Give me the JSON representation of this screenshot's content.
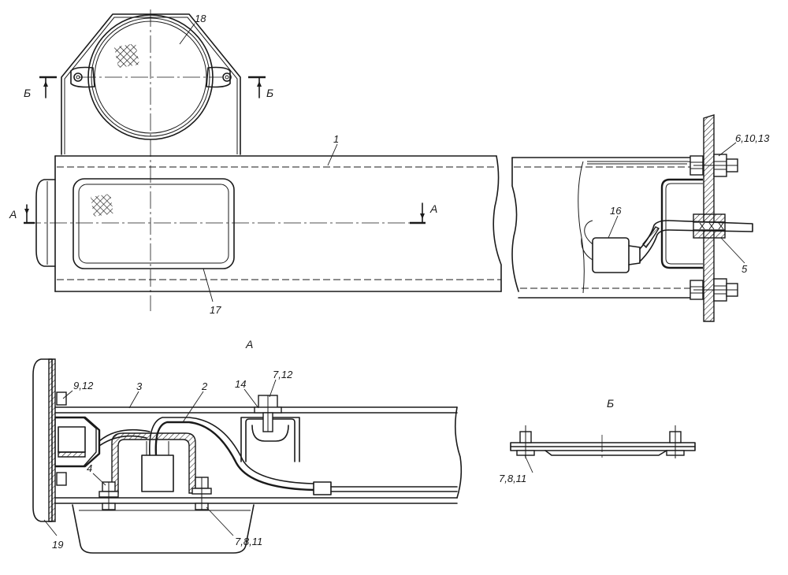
{
  "labels": {
    "l1": "1",
    "l2": "2",
    "l3": "3",
    "l4": "4",
    "l5": "5",
    "l6_10_13": "6,10,13",
    "l7_12": "7,12",
    "l7_8_11_a": "7,8,11",
    "l7_8_11_b": "7,8,11",
    "l9_12": "9,12",
    "l14": "14",
    "l16": "16",
    "l17": "17",
    "l18": "18",
    "l19": "19"
  },
  "sections": {
    "a_left": "А",
    "a_right": "А",
    "b_left": "Б",
    "b_right": "Б",
    "view_a_title": "А",
    "view_b_title": "Б"
  }
}
